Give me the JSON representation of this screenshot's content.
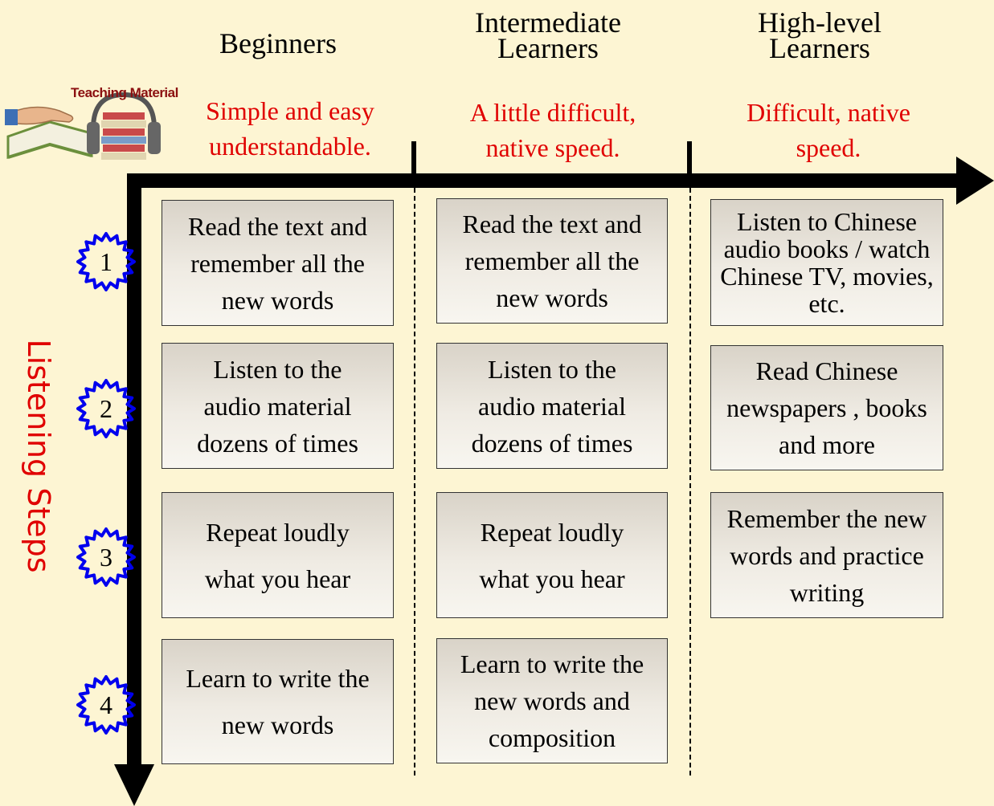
{
  "logo": {
    "label": "Teaching Material",
    "icon": "teaching-material-books-headphones-icon"
  },
  "columns": [
    {
      "title": "Beginners",
      "description": "Simple and easy understandable."
    },
    {
      "title": "Intermediate Learners",
      "description": "A little difficult, native speed."
    },
    {
      "title": "High-level Learners",
      "description": "Difficult, native speed."
    }
  ],
  "y_axis_label": "Listening Steps",
  "steps": [
    "1",
    "2",
    "3",
    "4"
  ],
  "cells": {
    "beginners": [
      "Read the text and remember all the new words",
      "Listen to the audio material dozens of times",
      "Repeat loudly what you hear",
      "Learn to write the new words"
    ],
    "intermediate": [
      "Read the text and remember all the new words",
      "Listen to the audio material dozens of times",
      "Repeat loudly what you hear",
      "Learn to write the new words and composition"
    ],
    "high_level": [
      "Listen to Chinese audio books / watch Chinese TV, movies, etc.",
      "Read Chinese newspapers , books and more",
      "Remember the new words and practice writing"
    ]
  },
  "colors": {
    "background": "#fdf5d3",
    "accent_red": "#e00000",
    "badge_blue": "#0000ee",
    "axis": "#000000"
  }
}
